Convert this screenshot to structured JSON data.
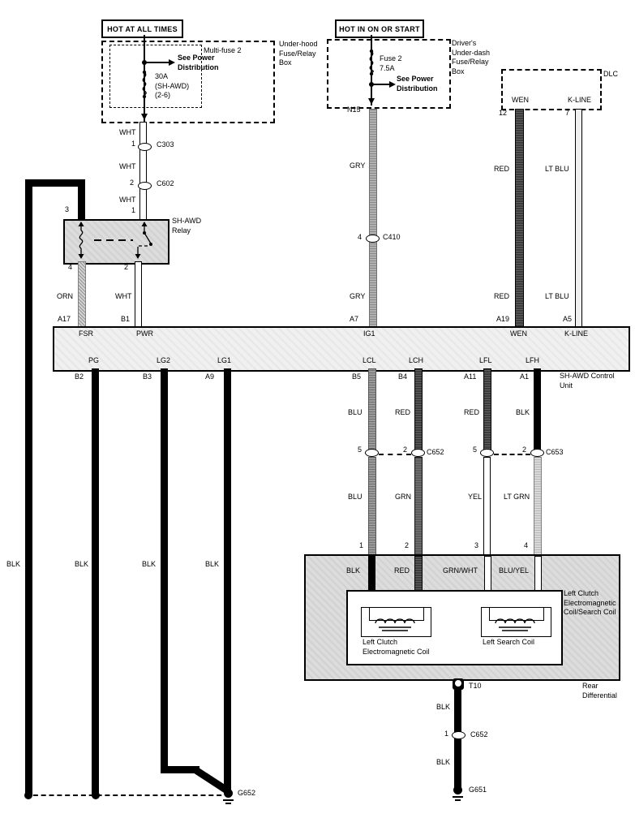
{
  "title_boxes": {
    "hot_all_times": "HOT AT ALL TIMES",
    "hot_on_start": "HOT IN ON OR START"
  },
  "underhood": {
    "multifuse": "Multi-fuse 2",
    "see_power": "See Power\nDistribution",
    "fuse": "30A\n(SH-AWD)\n(2-6)",
    "box_label": "Under-hood\nFuse/Relay\nBox"
  },
  "underdash": {
    "fuse": "Fuse 2\n7.5A",
    "see_power": "See Power\nDistribution",
    "box_label": "Driver's\nUnder-dash\nFuse/Relay\nBox",
    "pin": "N15"
  },
  "dlc": {
    "label": "DLC",
    "wen": "WEN",
    "kline": "K-LINE",
    "pin12": "12",
    "pin7": "7"
  },
  "left_branch": {
    "wht1": "WHT",
    "pin_c303": "1",
    "c303": "C303",
    "wht2": "WHT",
    "pin_c602": "2",
    "c602": "C602",
    "wht3": "WHT",
    "pin_relay1": "1",
    "pin_relay3": "3",
    "relay_label": "SH-AWD\nRelay",
    "pin4": "4",
    "pin2": "2",
    "orn": "ORN",
    "wht4": "WHT",
    "a17": "A17",
    "b1": "B1"
  },
  "mid_branch": {
    "gry1": "GRY",
    "pin_c410": "4",
    "c410": "C410",
    "gry2": "GRY",
    "a7": "A7"
  },
  "dlc_branch": {
    "red1": "RED",
    "ltblu1": "LT BLU",
    "red2": "RED",
    "ltblu2": "LT BLU",
    "a19": "A19",
    "a5": "A5"
  },
  "control_unit": {
    "label": "SH-AWD Control\nUnit",
    "fsr": "FSR",
    "pwr": "PWR",
    "ig1": "IG1",
    "wen": "WEN",
    "kline": "K-LINE",
    "pg": "PG",
    "lg2": "LG2",
    "lg1": "LG1",
    "lcl": "LCL",
    "lch": "LCH",
    "lfl": "LFL",
    "lfh": "LFH",
    "b2": "B2",
    "b3": "B3",
    "a9": "A9",
    "b5": "B5",
    "b4": "B4",
    "a11": "A11",
    "a1": "A1"
  },
  "coil_columns": {
    "col1": {
      "top": "BLU",
      "pin_top": "5",
      "bottom": "BLU",
      "pin_bottom": "1"
    },
    "col2": {
      "top": "RED",
      "pin_top": "2",
      "conn": "C652",
      "bottom": "GRN",
      "pin_bottom": "2"
    },
    "col3": {
      "top": "RED",
      "pin_top": "5",
      "bottom": "YEL",
      "pin_bottom": "3"
    },
    "col4": {
      "top": "BLK",
      "pin_top": "2",
      "conn": "C653",
      "bottom": "LT GRN",
      "pin_bottom": "4"
    }
  },
  "rear_diff": {
    "wire1": "BLK",
    "wire2": "RED",
    "wire3": "GRN/WHT",
    "wire4": "BLU/YEL",
    "inner_label": "Left Clutch\nElectromagnetic\nCoil/Search Coil",
    "left_coil": "Left Clutch\nElectromagnetic Coil",
    "right_coil": "Left Search Coil",
    "t10": "T10",
    "label": "Rear\nDifferential"
  },
  "ground_branch": {
    "blk1": "BLK",
    "pin_c652": "1",
    "c652": "C652",
    "blk2": "BLK",
    "g651": "G651"
  },
  "left_grounds": {
    "blk1": "BLK",
    "blk2": "BLK",
    "blk3": "BLK",
    "blk4": "BLK",
    "g652": "G652"
  }
}
